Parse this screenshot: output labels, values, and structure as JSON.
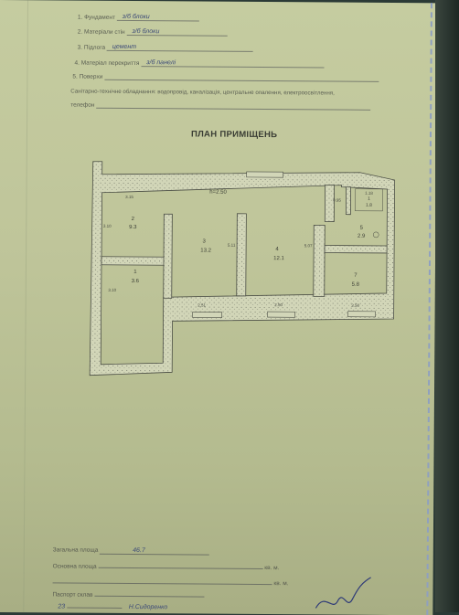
{
  "header": {
    "foundation_label": "1. Фундамент",
    "foundation_value": "з/б блоки",
    "walls_label": "2. Матеріали стін",
    "walls_value": "з/б блоки",
    "floor_label": "3. Підлога",
    "floor_value": "цемент",
    "ceiling_label": "4. Матеріал перекриття",
    "ceiling_value": "з/б панелі",
    "storey_label": "5. Поверхи",
    "sanitary_text": "Санітарно-технічне обладнання: водопровід, каналізація, центральне опалення, електроосвітлення,",
    "phone_text": "телефон"
  },
  "plan": {
    "title": "ПЛАН ПРИМІЩЕНЬ",
    "height_label": "h=2.50",
    "rooms": [
      {
        "num": "2",
        "area": "9.3"
      },
      {
        "num": "1",
        "area": "3.6"
      },
      {
        "num": "3",
        "area": "13.2"
      },
      {
        "num": "4",
        "area": "12.1"
      },
      {
        "num": "5",
        "area": "2.9"
      },
      {
        "num": "7",
        "area": "5.8"
      },
      {
        "num": "1",
        "area": "1.8"
      }
    ],
    "dimensions": [
      "3.15",
      "3.10",
      "3.10",
      "2.51",
      "2.50",
      "2.50",
      "5.11",
      "5.07",
      "0.95",
      "1.18"
    ]
  },
  "footer": {
    "total_label": "Загальна площа",
    "total_value": "46.7",
    "living_label": "Основна площа",
    "unit1": "кв. м.",
    "unit2": "кв. м.",
    "passport_label": "Паспорт склав",
    "passport_num": "23",
    "passport_name": "Н.Сидоренко"
  }
}
